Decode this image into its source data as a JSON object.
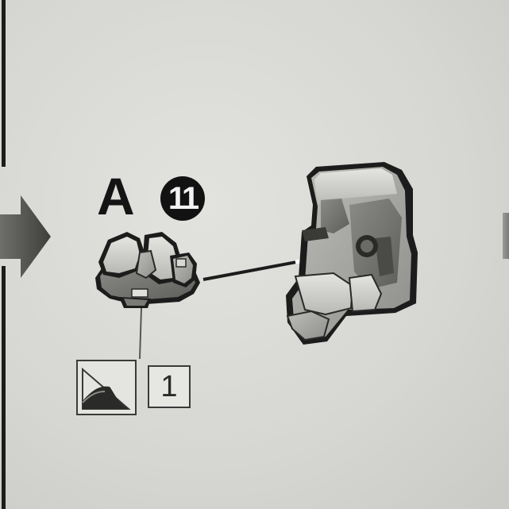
{
  "step": {
    "part_letter": "A",
    "part_number": "11",
    "quantity": "1"
  },
  "icons": {
    "cut_icon": "nub-trim-icon",
    "step_arrow": "next-step-arrow-icon"
  },
  "colors": {
    "ink": "#141414",
    "paper": "#dcdcd8",
    "part_light": "#d2d2ce",
    "part_mid": "#a9a9a5",
    "part_dark": "#6a6a66"
  }
}
